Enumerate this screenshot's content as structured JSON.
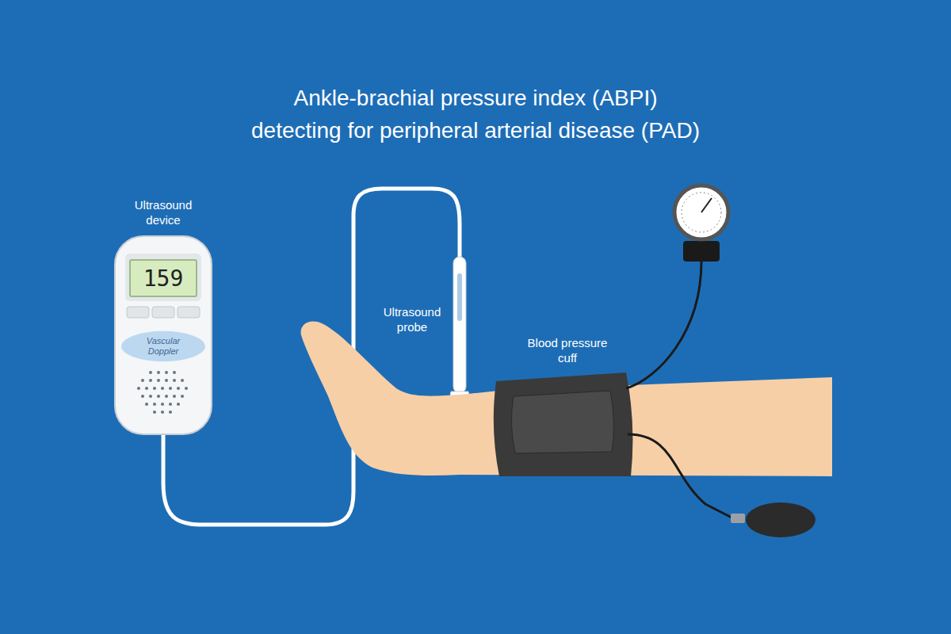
{
  "diagram": {
    "title": "Ankle-brachial pressure index (ABPI) detecting for peripheral arterial disease (PAD)",
    "nodes": [
      {
        "text": [
          "159"
        ]
      },
      {
        "text": [
          "Vascular Doppler"
        ]
      }
    ],
    "labels": [
      "Ultrasound device",
      "Ultrasound probe",
      "Blood pressure cuff"
    ]
  }
}
